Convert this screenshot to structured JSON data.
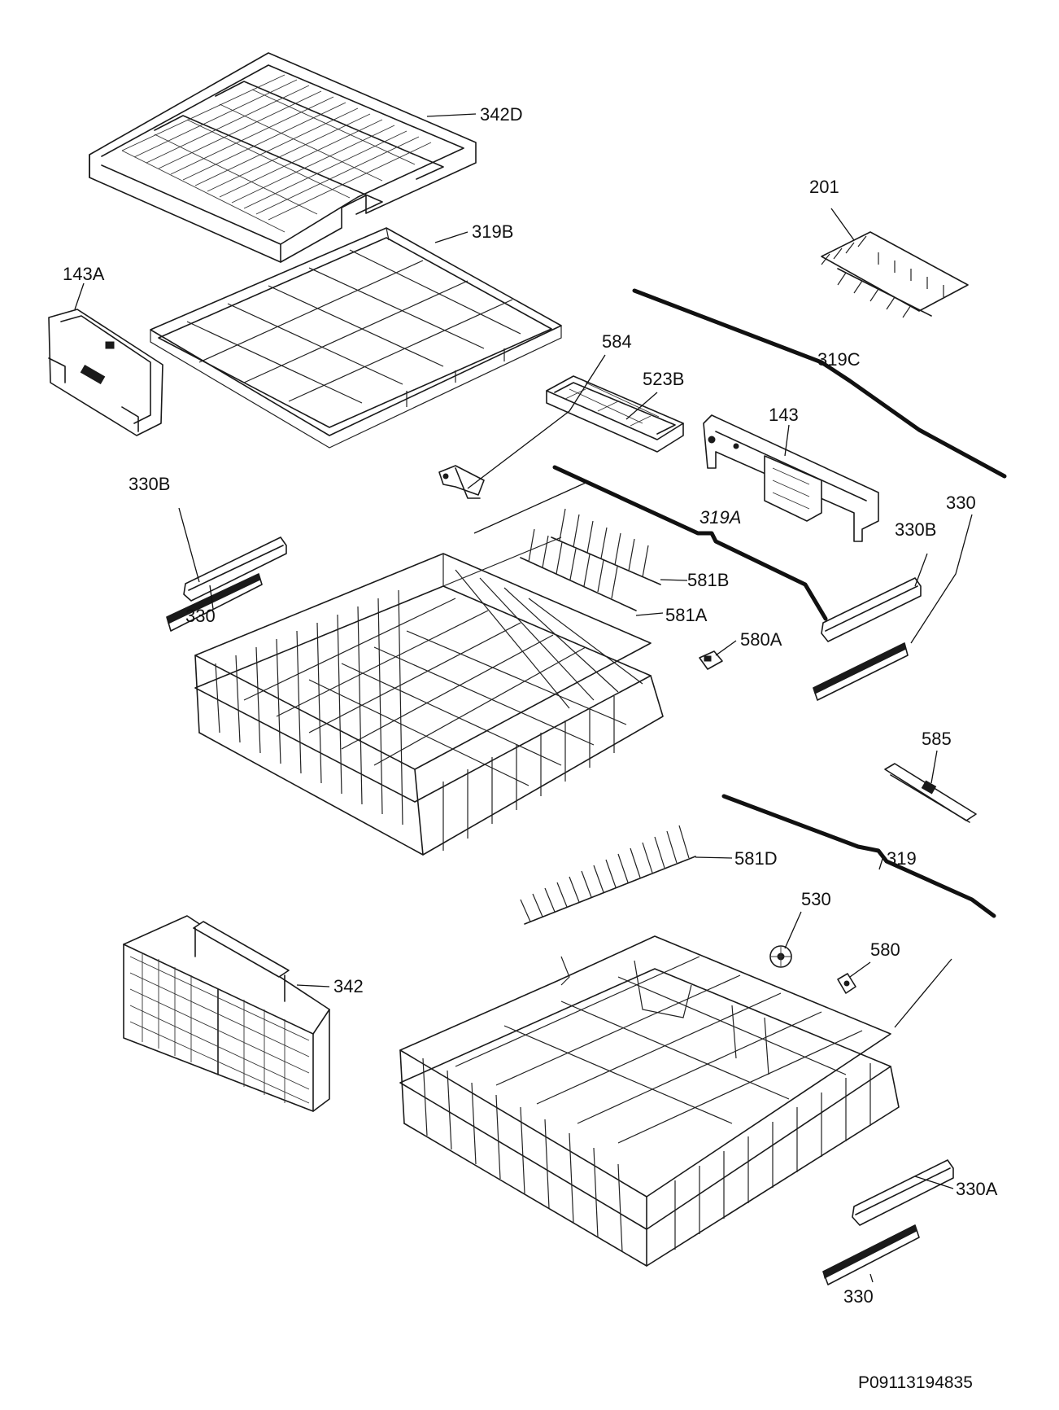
{
  "labels": {
    "l342D": "342D",
    "l201": "201",
    "l319B": "319B",
    "l143A": "143A",
    "l584": "584",
    "l319C": "319C",
    "l523B": "523B",
    "l143": "143",
    "l330B_left": "330B",
    "l330_left": "330",
    "l319A": "319A",
    "l581B": "581B",
    "l581A": "581A",
    "l580A": "580A",
    "l330B_right": "330B",
    "l330_right": "330",
    "l585": "585",
    "l319": "319",
    "l581D": "581D",
    "l530": "530",
    "l580": "580",
    "l342": "342",
    "l330A": "330A",
    "l330_bottom": "330"
  },
  "document_id": "P09113194835"
}
